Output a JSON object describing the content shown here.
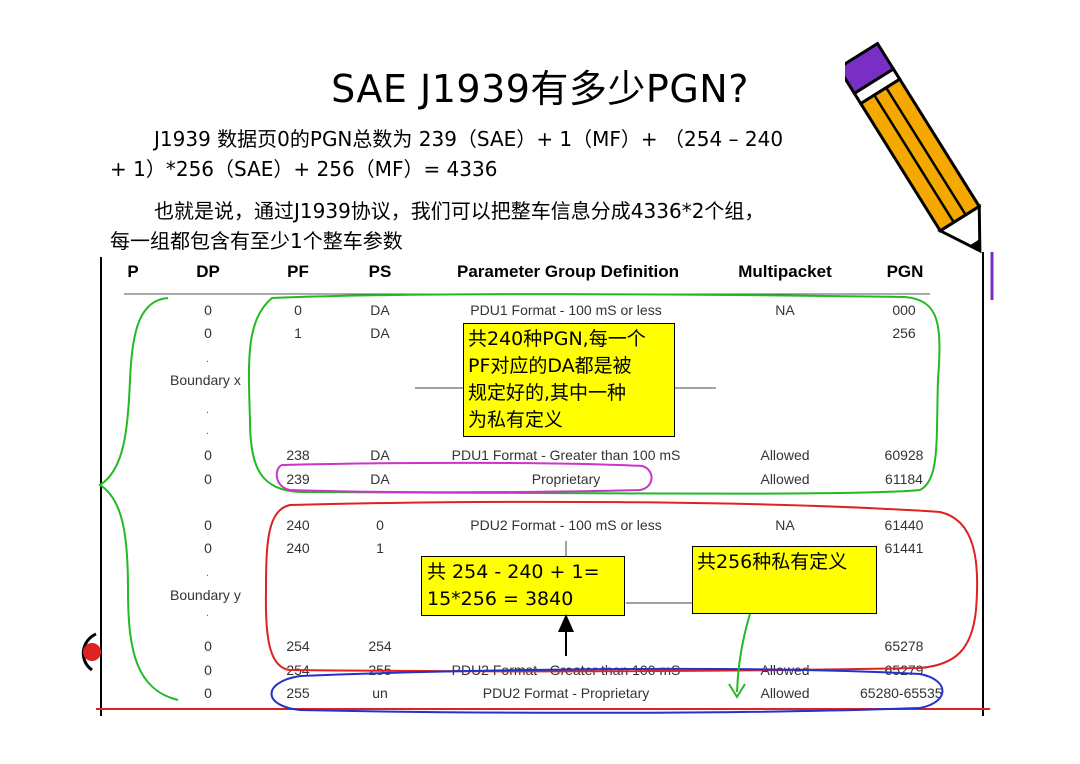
{
  "title": "SAE J1939有多少PGN?",
  "paragraph1": {
    "line1": "J1939 数据页0的PGN总数为 239（SAE）+ 1（MF）+ （254 – 240",
    "line2": "+ 1）*256（SAE）+ 256（MF）= 4336"
  },
  "paragraph2": {
    "line1": "也就是说，通过J1939协议，我们可以把整车信息分成4336*2个组，",
    "line2": "每一组都包含有至少1个整车参数"
  },
  "table": {
    "headers": {
      "p": "P",
      "dp": "DP",
      "pf": "PF",
      "ps": "PS",
      "pgd": "Parameter Group Definition",
      "multipacket": "Multipacket",
      "pgn": "PGN"
    },
    "rows": [
      {
        "dp": "0",
        "pf": "0",
        "ps": "DA",
        "def": "PDU1 Format - 100 mS or less",
        "mp": "NA",
        "pgn": "000"
      },
      {
        "dp": "0",
        "pf": "1",
        "ps": "DA",
        "def": "",
        "mp": "",
        "pgn": "256"
      },
      {
        "dp": "0",
        "pf": "238",
        "ps": "DA",
        "def": "PDU1 Format - Greater than 100 mS",
        "mp": "Allowed",
        "pgn": "60928"
      },
      {
        "dp": "0",
        "pf": "239",
        "ps": "DA",
        "def": "Proprietary",
        "mp": "Allowed",
        "pgn": "61184"
      },
      {
        "dp": "0",
        "pf": "240",
        "ps": "0",
        "def": "PDU2 Format - 100 mS or less",
        "mp": "NA",
        "pgn": "61440"
      },
      {
        "dp": "0",
        "pf": "240",
        "ps": "1",
        "def": "",
        "mp": "",
        "pgn": "61441"
      },
      {
        "dp": "0",
        "pf": "254",
        "ps": "254",
        "def": "",
        "mp": "",
        "pgn": "65278"
      },
      {
        "dp": "0",
        "pf": "254",
        "ps": "255",
        "def": "PDU2 Format - Greater than 100 mS",
        "mp": "Allowed",
        "pgn": "65279"
      },
      {
        "dp": "0",
        "pf": "255",
        "ps": "un",
        "def": "PDU2 Format - Proprietary",
        "mp": "Allowed",
        "pgn": "65280-65535"
      }
    ],
    "boundary_x": "Boundary x",
    "boundary_y": "Boundary y"
  },
  "notes": {
    "note1": [
      "共240种PGN,每一个",
      "PF对应的DA都是被",
      "规定好的,其中一种",
      "为私有定义"
    ],
    "note2": [
      "共 254 - 240 + 1=",
      "15*256 = 3840"
    ],
    "note3": [
      "共256种私有定义"
    ]
  },
  "colors": {
    "note_bg": "#ffff00",
    "green_outline": "#22bb22",
    "red_outline": "#dd2222",
    "blue_outline": "#2233cc",
    "magenta_outline": "#cc33cc",
    "pencil_body": "#f5a800"
  },
  "icons": [
    "pencil-icon",
    "up-arrow-icon"
  ]
}
